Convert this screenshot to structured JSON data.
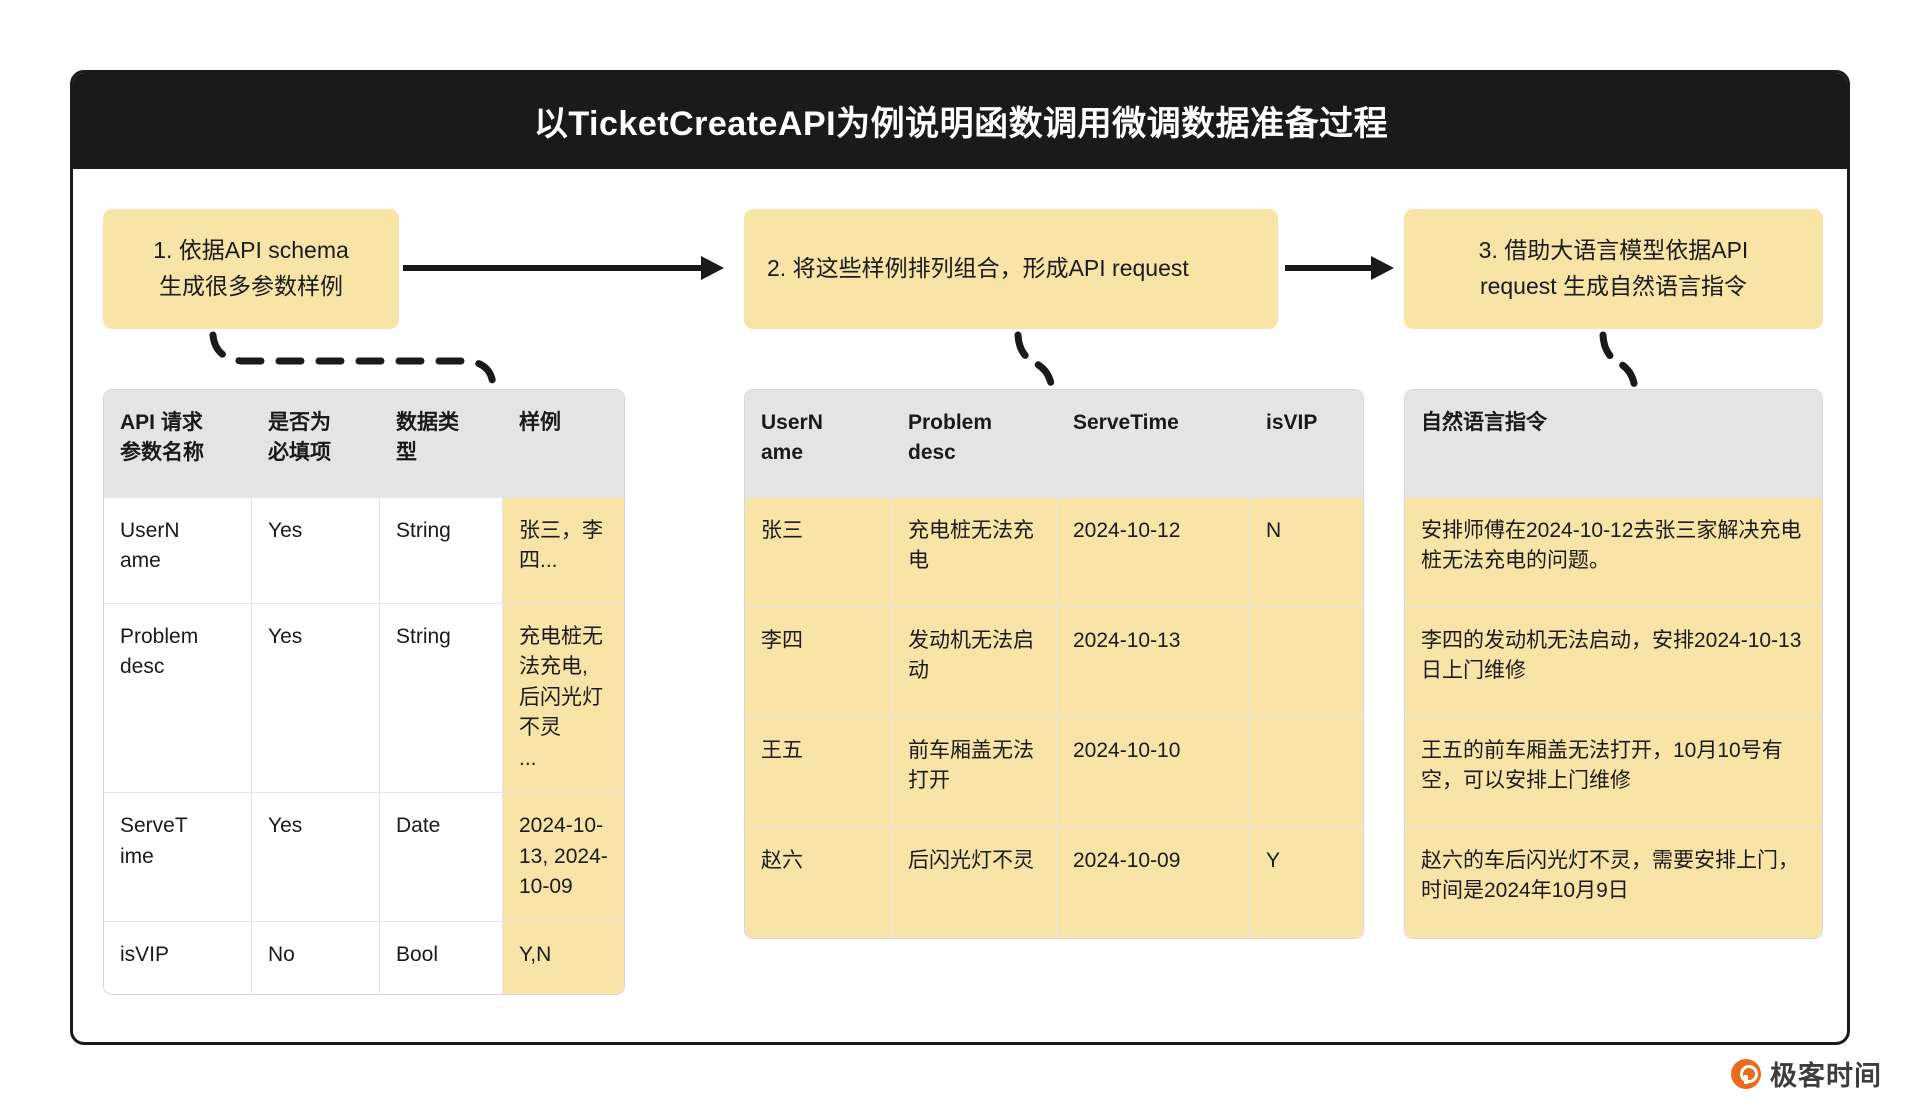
{
  "title": "以TicketCreateAPI为例说明函数调用微调数据准备过程",
  "steps": [
    {
      "line1": "1. 依据API schema",
      "line2": "生成很多参数样例"
    },
    {
      "line1": "2. 将这些样例排列组合，形成API request",
      "line2": ""
    },
    {
      "line1": "3. 借助大语言模型依据API",
      "line2": "request 生成自然语言指令"
    }
  ],
  "table1": {
    "headers": [
      {
        "line1": "API 请求",
        "line2": "参数名称"
      },
      {
        "line1": "是否为",
        "line2": "必填项"
      },
      {
        "line1": "数据类",
        "line2": "型"
      },
      {
        "line1": "样例",
        "line2": ""
      }
    ],
    "rows": [
      {
        "name1": "UserN",
        "name2": "ame",
        "required": "Yes",
        "type": "String",
        "sample": "张三，李四..."
      },
      {
        "name1": "Problem",
        "name2": "desc",
        "required": "Yes",
        "type": "String",
        "sample": "充电桩无法充电, 后闪光灯不灵\n..."
      },
      {
        "name1": "ServeT",
        "name2": "ime",
        "required": "Yes",
        "type": "Date",
        "sample": "2024-10-13, 2024-10-09"
      },
      {
        "name1": "isVIP",
        "name2": "",
        "required": "No",
        "type": "Bool",
        "sample": "Y,N"
      }
    ]
  },
  "table2": {
    "headers": [
      {
        "line1": "UserN",
        "line2": "ame"
      },
      {
        "line1": "Problem",
        "line2": "desc"
      },
      {
        "line1": "ServeTime",
        "line2": ""
      },
      {
        "line1": "isVIP",
        "line2": ""
      }
    ],
    "rows": [
      {
        "username": "张三",
        "problem": "充电桩无法充电",
        "servetime": "2024-10-12",
        "isvip": "N"
      },
      {
        "username": "李四",
        "problem": "发动机无法启动",
        "servetime": "2024-10-13",
        "isvip": ""
      },
      {
        "username": "王五",
        "problem": "前车厢盖无法打开",
        "servetime": "2024-10-10",
        "isvip": ""
      },
      {
        "username": "赵六",
        "problem": "后闪光灯不灵",
        "servetime": "2024-10-09",
        "isvip": "Y"
      }
    ]
  },
  "table3": {
    "header": "自然语言指令",
    "rows": [
      {
        "instruction": "安排师傅在2024-10-12去张三家解决充电桩无法充电的问题。"
      },
      {
        "instruction": "李四的发动机无法启动，安排2024-10-13日上门维修"
      },
      {
        "instruction": "王五的前车厢盖无法打开，10月10号有空，可以安排上门维修"
      },
      {
        "instruction": "赵六的车后闪光灯不灵，需要安排上门，时间是2024年10月9日"
      }
    ]
  },
  "logo": {
    "text": "极客时间"
  },
  "colors": {
    "accent_yellow": "#f8e4a6",
    "header_gray": "#e4e4e4",
    "title_bar": "#1a1a1a",
    "logo_orange": "#eb6b1e"
  }
}
